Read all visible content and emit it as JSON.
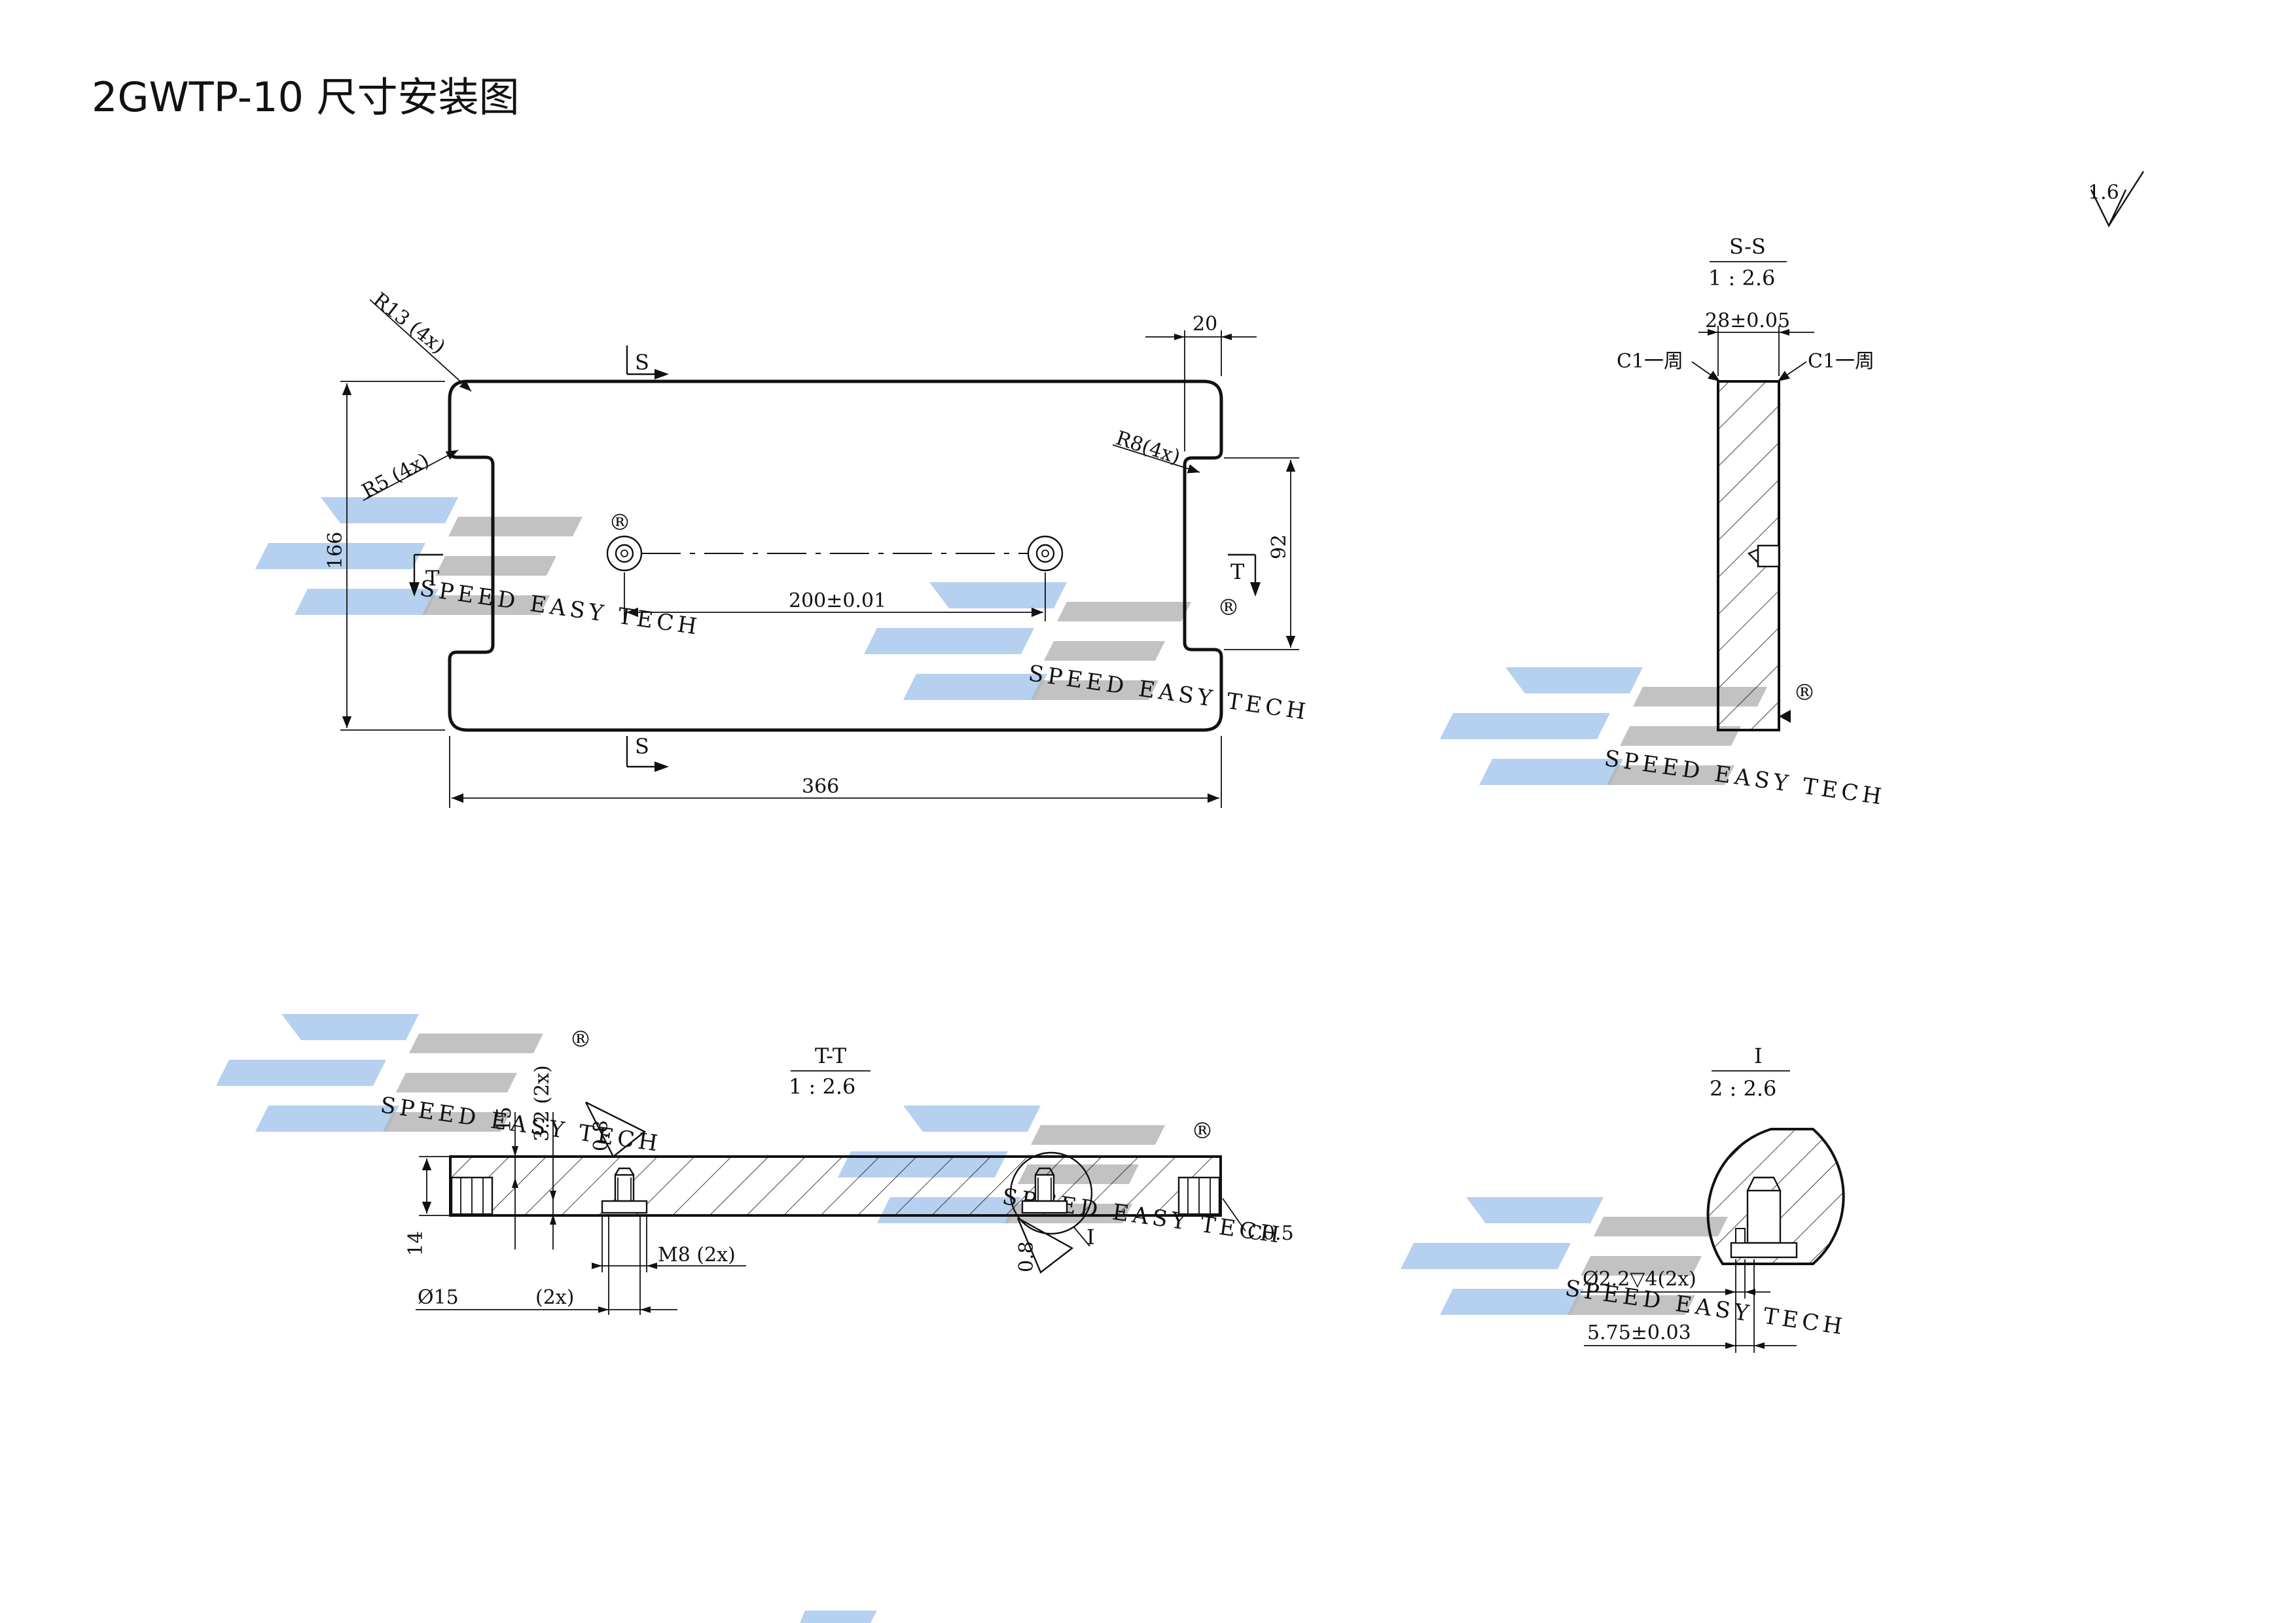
{
  "title": "2GWTP-10 尺寸安装图",
  "roughness": "1.6",
  "watermark": {
    "tagline": "SPEED EASY TECH",
    "registered": "®",
    "colors": {
      "blue": "#a9c8ec",
      "gray": "#b3b3b3"
    }
  },
  "plan_view": {
    "r13": "R13 (4x)",
    "r5": "R5 (4x)",
    "r8": "R8(4x)",
    "width_20": "20",
    "height_166": "166",
    "height_92": "92",
    "spacing_200": "200±0.01",
    "length_366": "366",
    "section_s": "S",
    "section_t": "T"
  },
  "section_ss": {
    "title": "S-S",
    "scale": "1 : 2.6",
    "thickness": "28±0.05",
    "chamfer_left": "C1一周",
    "chamfer_right": "C1一周"
  },
  "section_tt": {
    "title": "T-T",
    "scale": "1 : 2.6",
    "d15": "15",
    "d32": "3.2 (2x)",
    "d14": "14",
    "rough_08a": "0.8",
    "rough_08b": "0.8",
    "m8": "M8 (2x)",
    "phi15": "Ø15",
    "x2": "(2x)",
    "detail_i": "I",
    "c05": "C0.5"
  },
  "detail_i": {
    "title": "I",
    "scale": "2 : 2.6",
    "hole": "Ø2.2▽4(2x)",
    "offset": "5.75±0.03"
  }
}
